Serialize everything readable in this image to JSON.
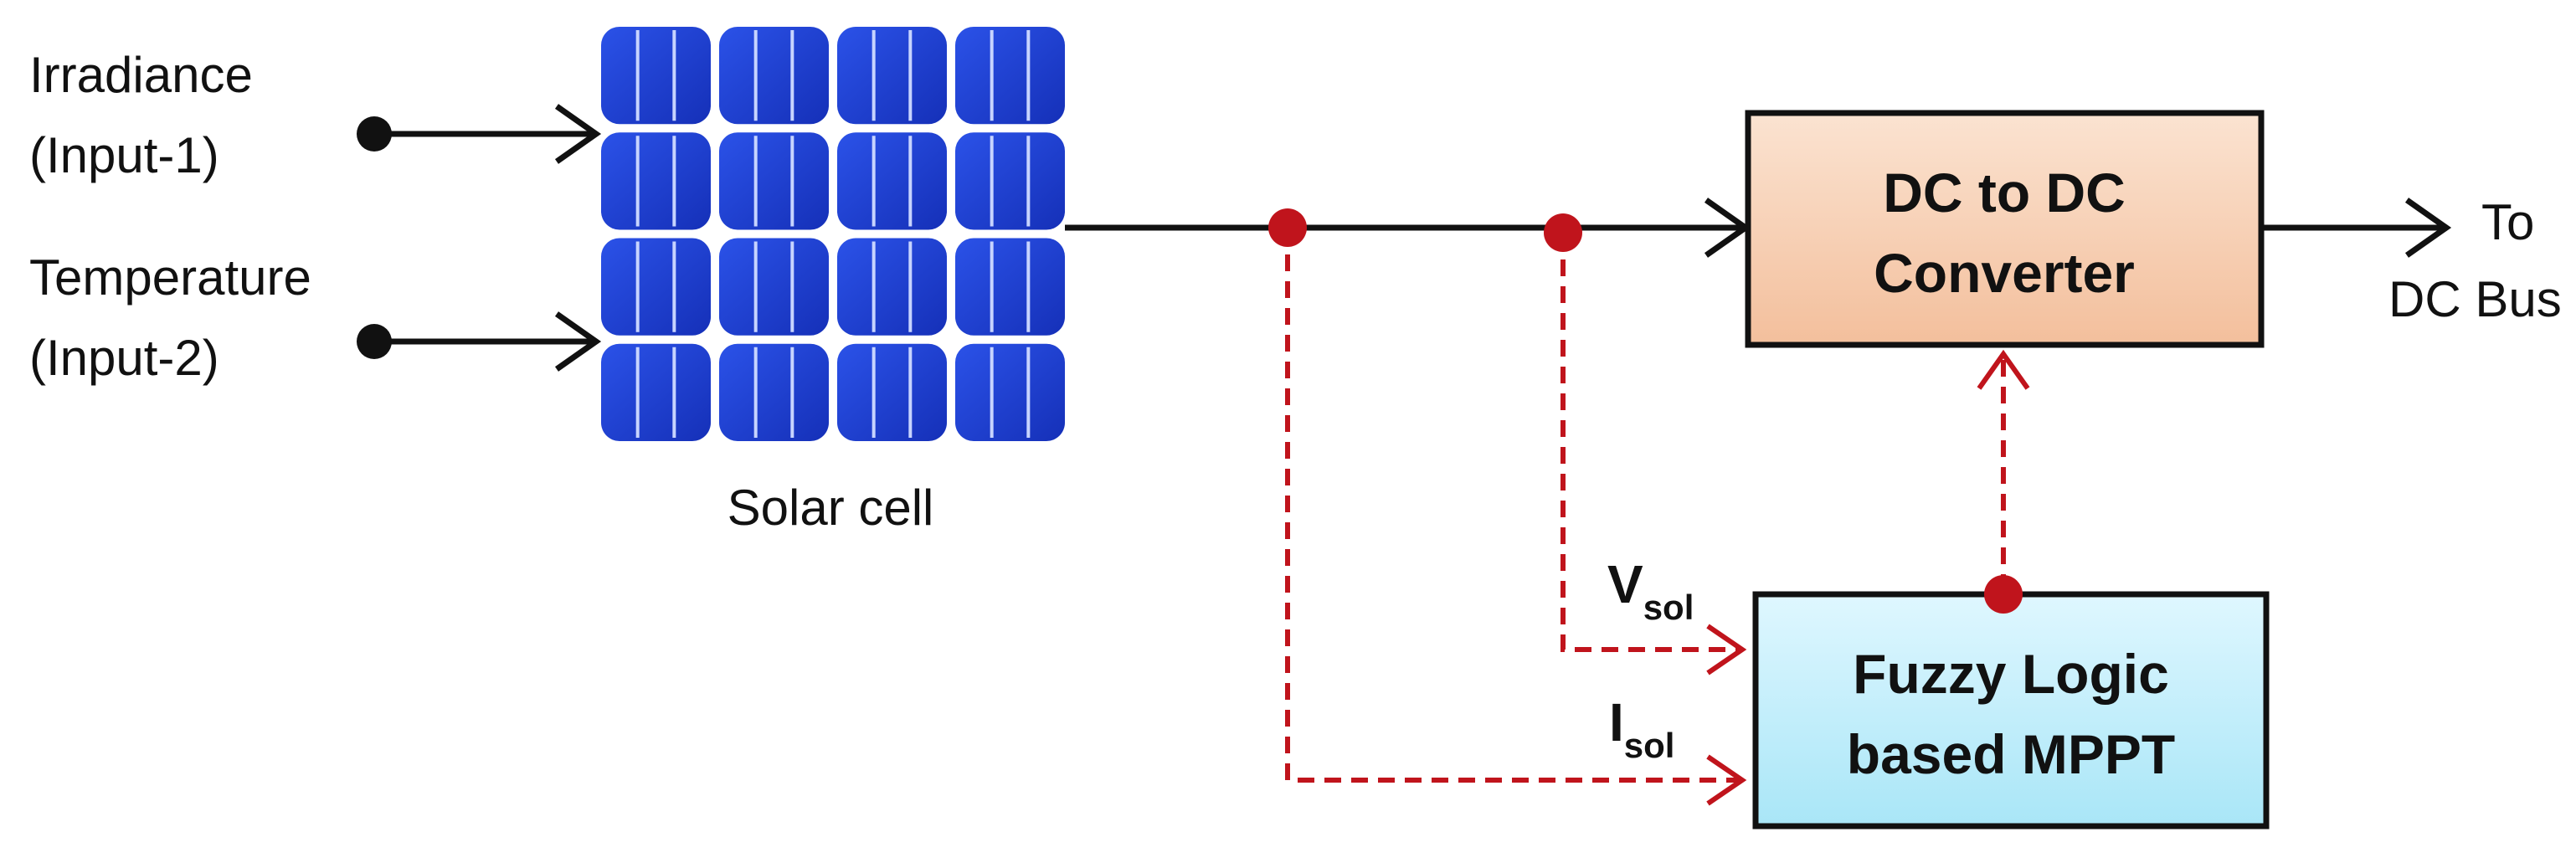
{
  "inputs": {
    "irradiance_line1": "Irradiance",
    "irradiance_line2": "(Input-1)",
    "temperature_line1": "Temperature",
    "temperature_line2": "(Input-2)"
  },
  "solar_cell": {
    "caption": "Solar cell"
  },
  "converter": {
    "line1": "DC to DC",
    "line2": "Converter"
  },
  "mppt": {
    "line1": "Fuzzy Logic",
    "line2": "based MPPT"
  },
  "output": {
    "line1": "To",
    "line2": "DC Bus"
  },
  "signals": {
    "voltage_main": "V",
    "voltage_sub": "sol",
    "current_main": "I",
    "current_sub": "sol"
  },
  "colors": {
    "solar_cell": "#1f3fd6",
    "solar_cell_grid": "#c7d4ff",
    "converter_fill": "#f8d2b6",
    "mppt_fill": "#bfeefb",
    "signal": "#c0141c",
    "wire": "#111111"
  }
}
